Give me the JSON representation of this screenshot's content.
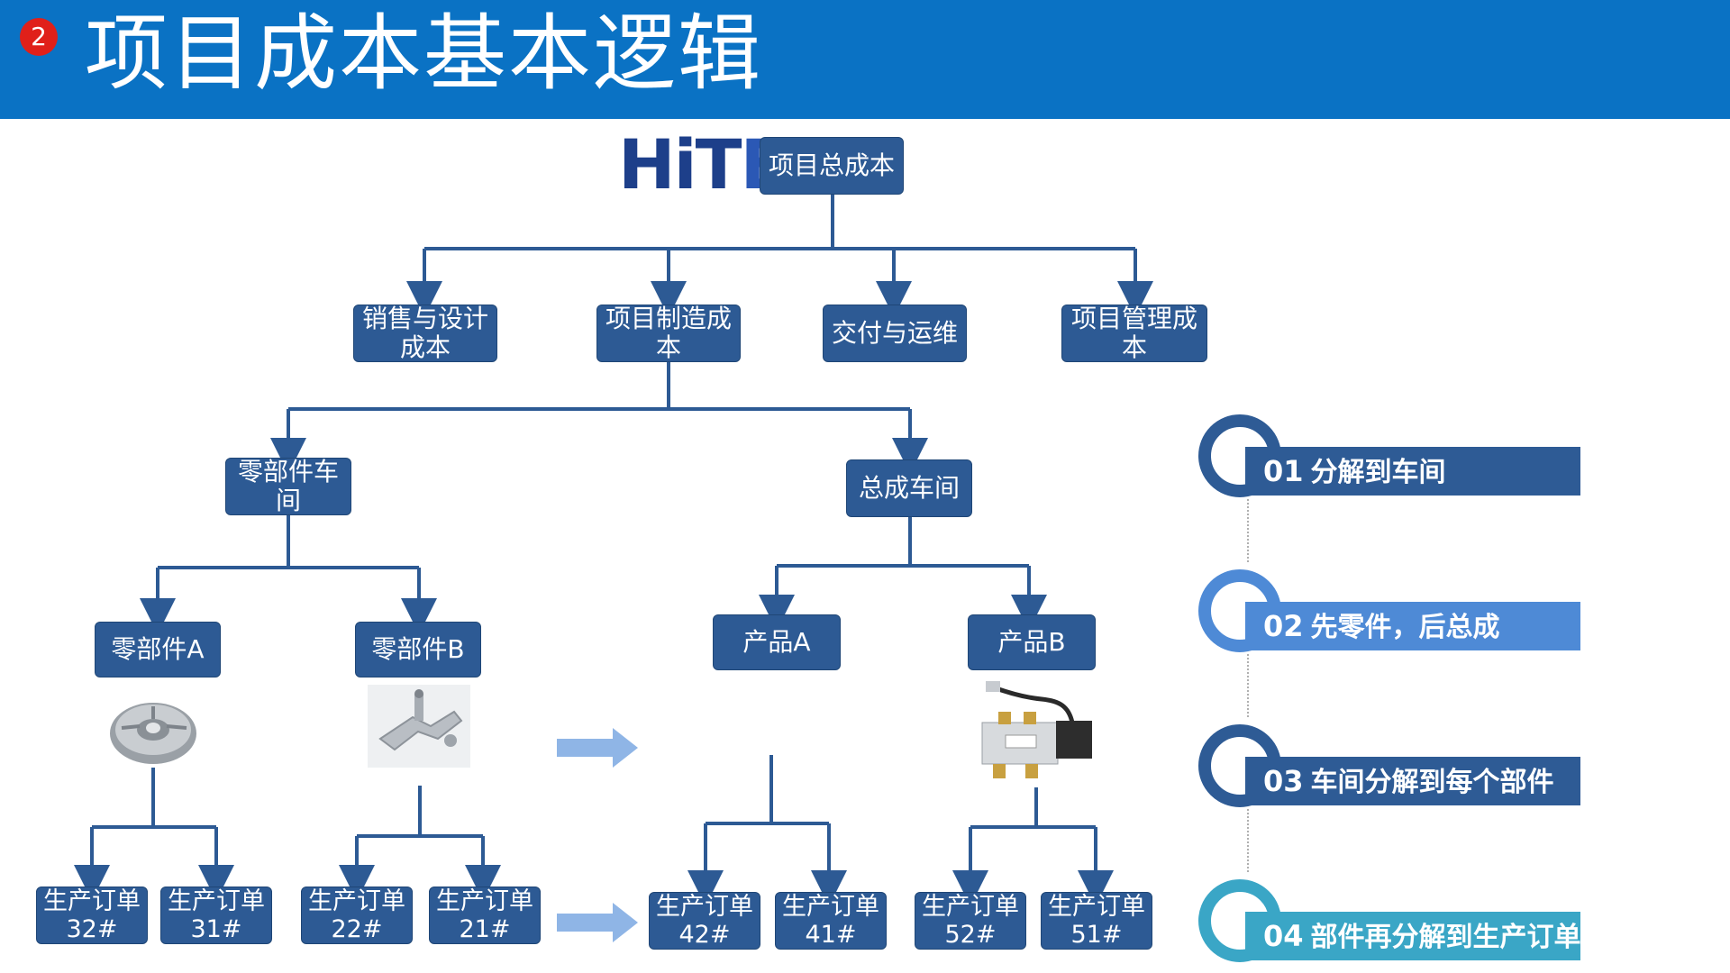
{
  "header": {
    "badge": "2",
    "title": "项目成本基本逻辑"
  },
  "logo": {
    "text_main": "HiT",
    "text_e": "E"
  },
  "tree": {
    "root": "项目总成本",
    "level1": [
      "销售与设计成本",
      "项目制造成本",
      "交付与运维",
      "项目管理成本"
    ],
    "workshops": [
      "零部件车间",
      "总成车间"
    ],
    "parts": [
      "零部件A",
      "零部件B"
    ],
    "products": [
      "产品A",
      "产品B"
    ],
    "orders": [
      "生产订单32#",
      "生产订单31#",
      "生产订单22#",
      "生产订单21#",
      "生产订单42#",
      "生产订单41#",
      "生产订单52#",
      "生产订单51#"
    ]
  },
  "steps": [
    {
      "num": "01",
      "label": "分解到车间"
    },
    {
      "num": "02",
      "label": "先零件，后总成"
    },
    {
      "num": "03",
      "label": "车间分解到每个部件"
    },
    {
      "num": "04",
      "label": "部件再分解到生产订单"
    }
  ],
  "colors": {
    "header": "#0a72c4",
    "node": "#2d5a94",
    "line": "#2d5a94",
    "arrow": "#8fb5e6"
  }
}
